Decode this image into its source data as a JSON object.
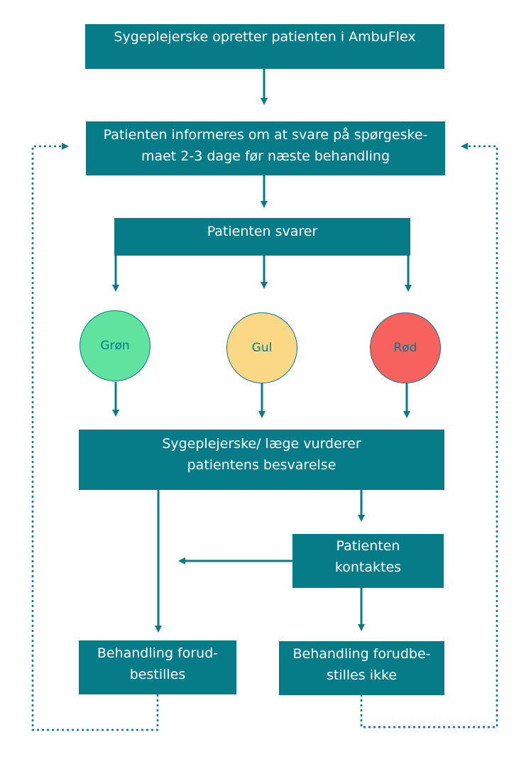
{
  "colors": {
    "box": "#077c89",
    "line": "#077c89",
    "green": "#5fe39f",
    "yellow": "#fbd885",
    "red": "#f7625f"
  },
  "nodes": {
    "create_patient": "Sygeplejerske opretter patienten i AmbuFlex",
    "inform_line1": "Patienten informeres om at svare på spørgeske-",
    "inform_line2": "maet 2-3 dage før næste behandling",
    "patient_answers": "Patienten svarer",
    "green": "Grøn",
    "yellow": "Gul",
    "red": "Rød",
    "assess_line1": "Sygeplejerske/ læge vurderer",
    "assess_line2": "patientens besvarelse",
    "contact_line1": "Patienten",
    "contact_line2": "kontaktes",
    "prebooked_line1": "Behandling forud-",
    "prebooked_line2": "bestilles",
    "not_prebooked_line1": "Behandling forudbe-",
    "not_prebooked_line2": "stilles ikke"
  }
}
